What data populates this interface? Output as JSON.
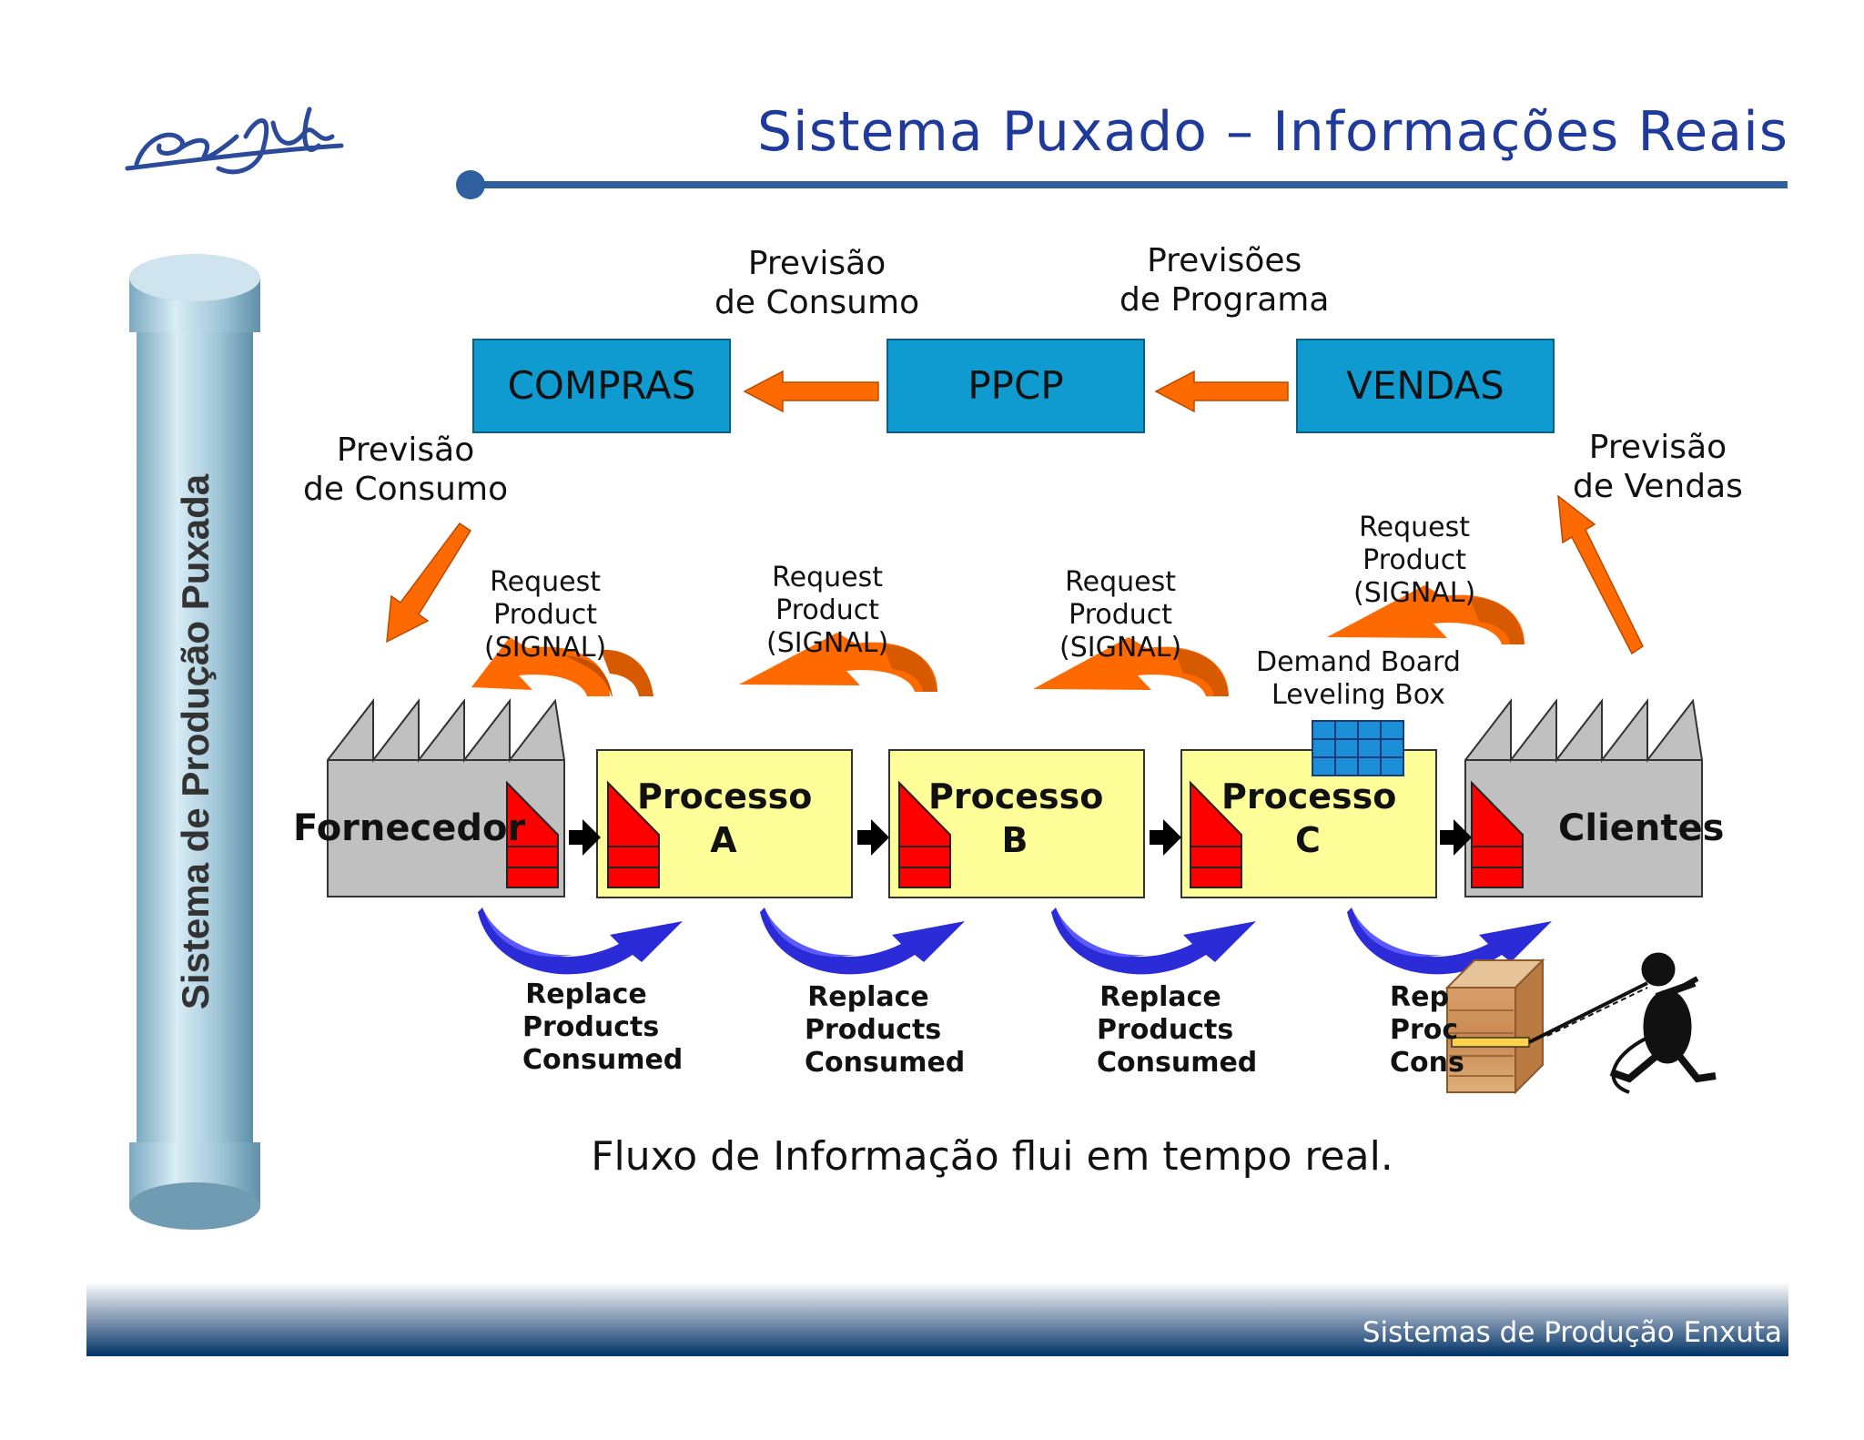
{
  "title": "Sistema Puxado – Informações Reais",
  "logo_text": "são Judas",
  "pillar_label": "Sistema de Produção Puxada",
  "top_boxes": {
    "compras": "COMPRAS",
    "ppcp": "PPCP",
    "vendas": "VENDAS"
  },
  "top_labels": {
    "previsao_consumo_top": [
      "Previsão",
      "de Consumo"
    ],
    "previsoes_programa": [
      "Previsões",
      "de Programa"
    ],
    "previsao_consumo_left": [
      "Previsão",
      "de Consumo"
    ],
    "previsao_vendas": [
      "Previsão",
      "de Vendas"
    ]
  },
  "request_label": [
    "Request",
    "Product",
    "(SIGNAL)"
  ],
  "demand_board": [
    "Demand Board",
    "Leveling Box"
  ],
  "supplier": "Fornecedor",
  "customers": "Clientes",
  "processes": [
    {
      "name": "Processo",
      "letter": "A"
    },
    {
      "name": "Processo",
      "letter": "B"
    },
    {
      "name": "Processo",
      "letter": "C"
    }
  ],
  "replace_label": [
    "Replace",
    "Products",
    "Consumed"
  ],
  "replace_partial": [
    "Rep",
    "Proc",
    "Cons"
  ],
  "caption": "Fluxo de Informação flui em tempo real.",
  "footer": "Sistemas de Produção Enxuta",
  "colors": {
    "title_blue": "#1f3a9a",
    "box_blue": "#0f9bd0",
    "orange": "#ff6a00",
    "process_yellow": "#ffff99",
    "factory_gray": "#c0c0c0",
    "kanban_red": "#ff0000",
    "blue_arrow": "#2b2bd8",
    "footer_navy": "#003366"
  }
}
